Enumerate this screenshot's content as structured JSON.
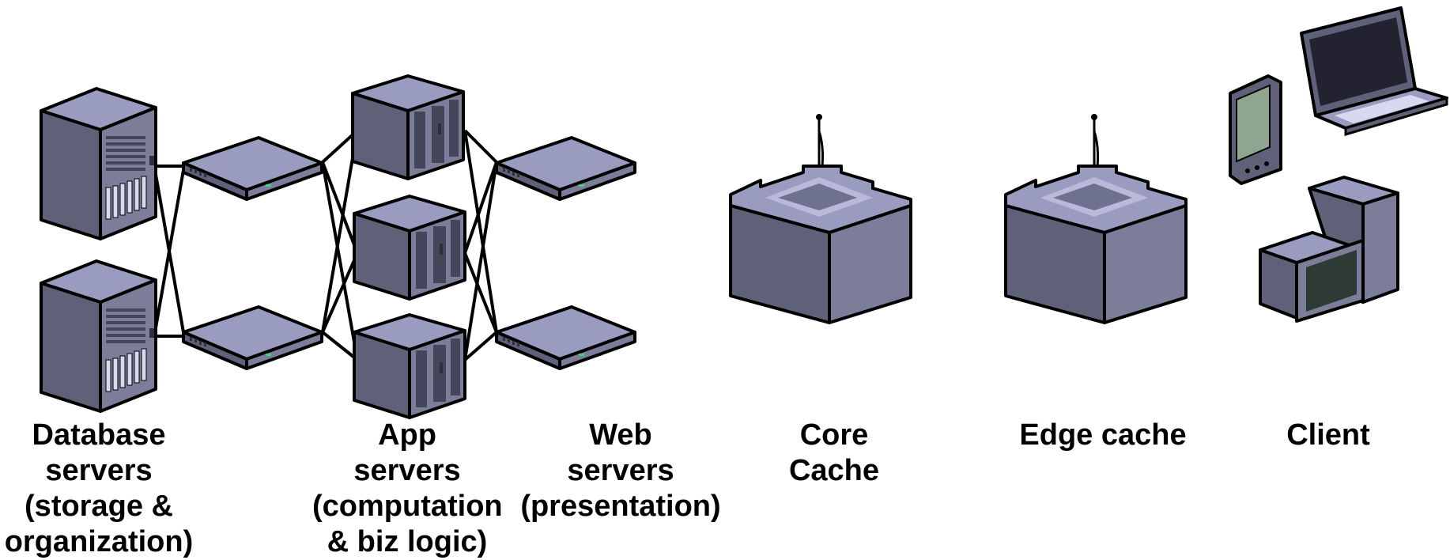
{
  "colors": {
    "device_front": "#5f6179",
    "device_side": "#7b7d99",
    "device_top": "#9a9cbf",
    "outline": "#000000",
    "highlight": "#b8bad8",
    "led": "#3fd27a"
  },
  "icons": {
    "database_servers": "tower-server-icon",
    "switches": "network-switch-icon",
    "app_servers": "cube-server-icon",
    "web_servers": "network-switch-icon",
    "core_cache": "castle-tower-icon",
    "edge_cache": "castle-tower-icon",
    "client": [
      "pda-icon",
      "laptop-icon",
      "desktop-computer-icon"
    ]
  },
  "labels": {
    "database": [
      "Database",
      "servers",
      "(storage &",
      "organization)"
    ],
    "app": [
      "App",
      "servers",
      "(computation",
      "& biz logic)"
    ],
    "web": [
      "Web",
      "servers",
      "(presentation)"
    ],
    "core": [
      "Core",
      "Cache"
    ],
    "edge": [
      "Edge cache"
    ],
    "client": [
      "Client"
    ]
  }
}
